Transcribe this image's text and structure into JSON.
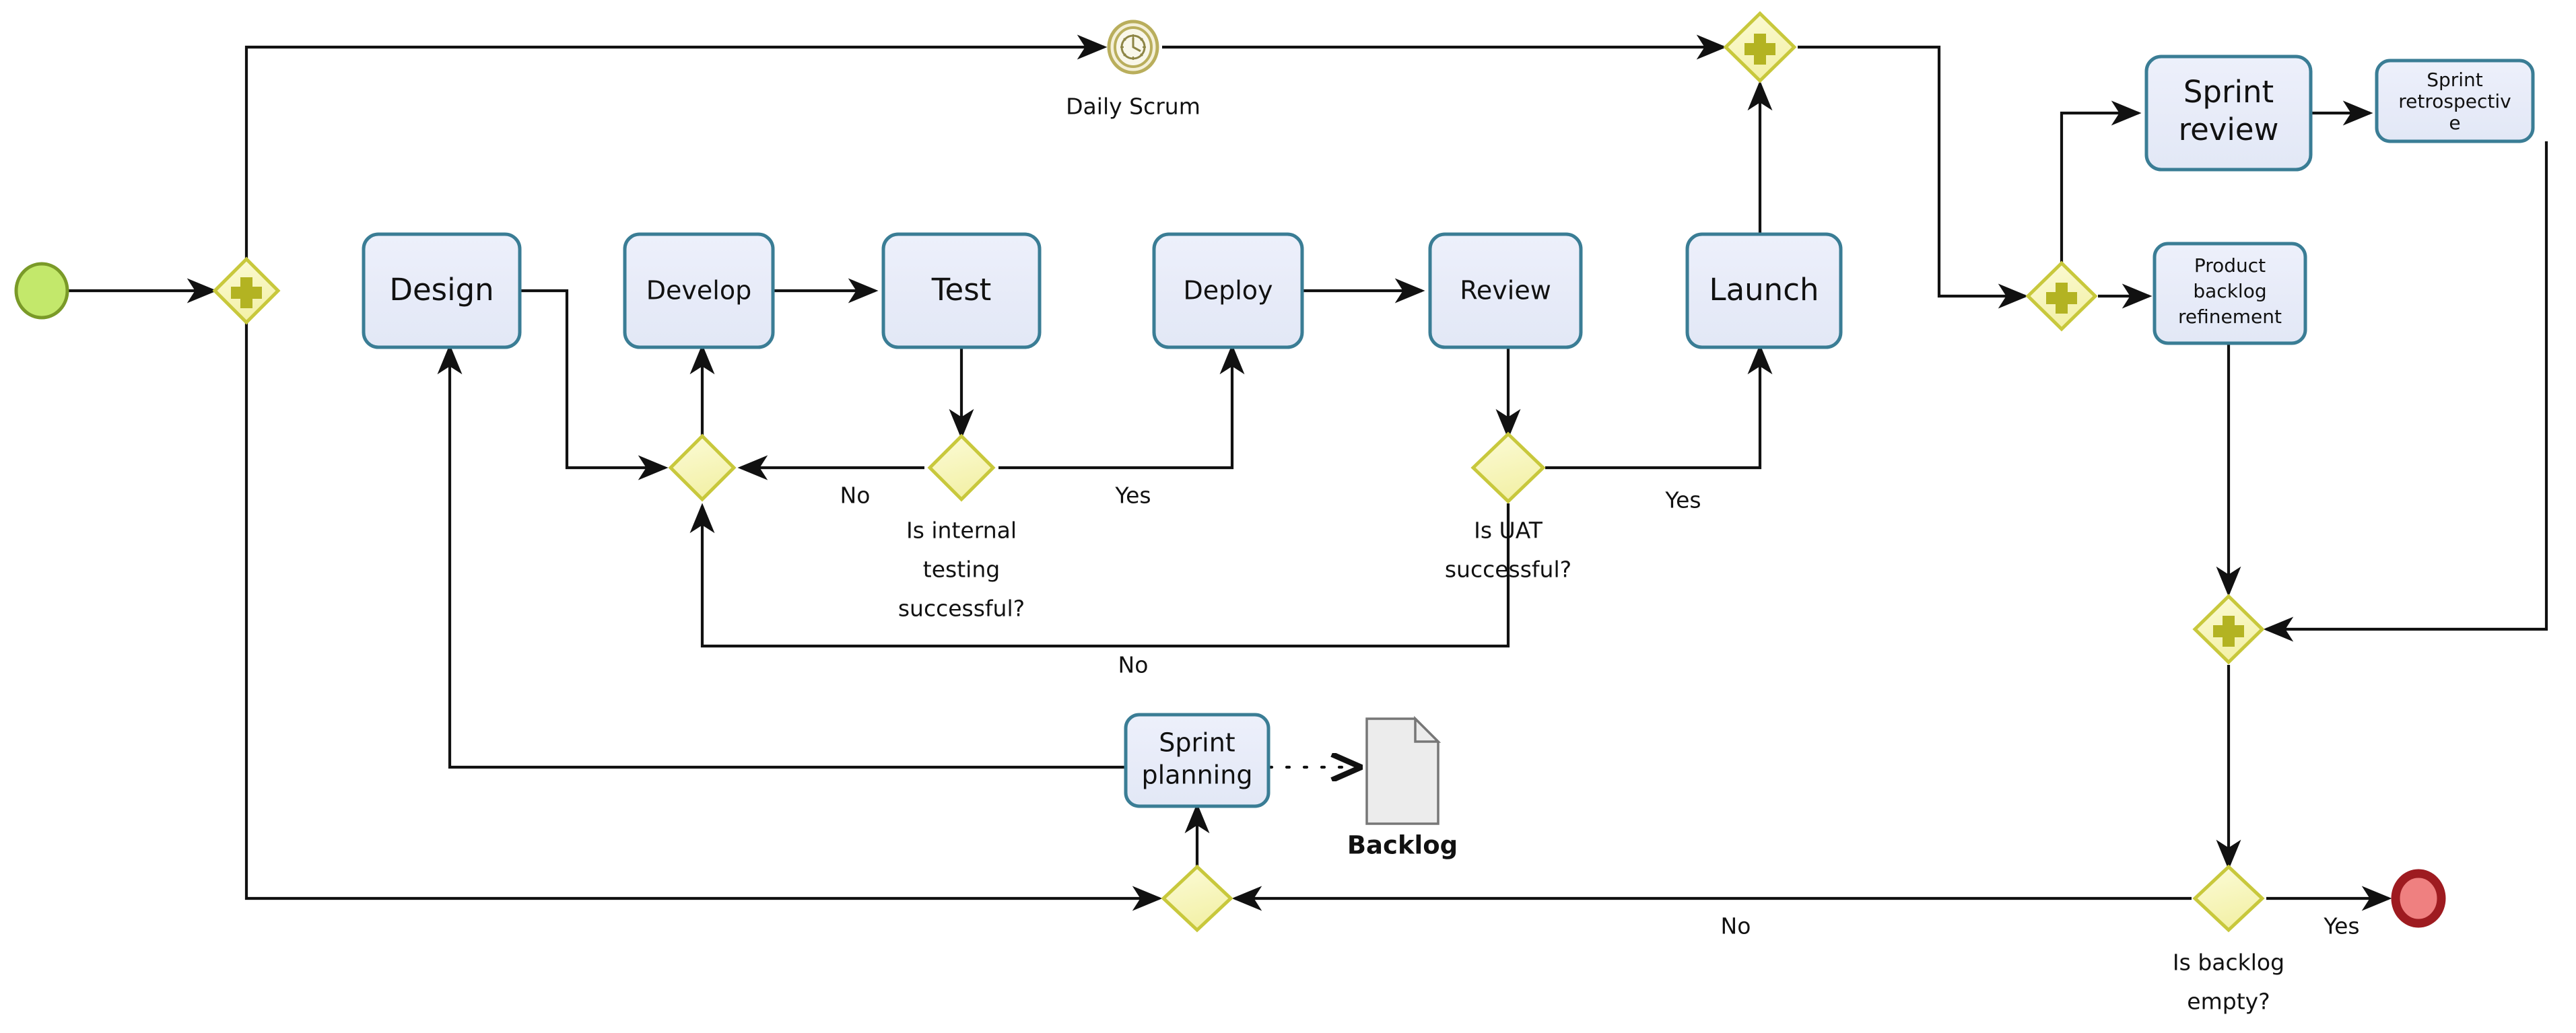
{
  "diagram": {
    "title": "Scrum / Agile delivery BPMN process",
    "type": "bpmn-process-diagram",
    "colors": {
      "task_fill": "#e8ecf8",
      "task_stroke": "#3a7d95",
      "gateway_fill": "#f7f6bd",
      "gateway_stroke": "#c8c83c",
      "gateway_marker": "#b3b322",
      "start_event_fill": "#c3e86b",
      "start_event_stroke": "#7a9a28",
      "end_event_fill": "#ef8080",
      "end_event_stroke": "#9e1b20",
      "timer_event_stroke": "#b9ae5c",
      "data_object_fill": "#ececec",
      "flow_stroke": "#111111"
    }
  },
  "tasks": [
    {
      "id": "design",
      "label": "Design",
      "size": "lg"
    },
    {
      "id": "develop",
      "label": "Develop",
      "size": "md"
    },
    {
      "id": "test",
      "label": "Test",
      "size": "lg"
    },
    {
      "id": "deploy",
      "label": "Deploy",
      "size": "md"
    },
    {
      "id": "review",
      "label": "Review",
      "size": "md"
    },
    {
      "id": "launch",
      "label": "Launch",
      "size": "lg"
    },
    {
      "id": "sprint-review",
      "label_line1": "Sprint",
      "label_line2": "review",
      "size": "lg"
    },
    {
      "id": "sprint-retrospective",
      "label_line1": "Sprint",
      "label_line2": "retrospectiv",
      "label_line3": "e",
      "size": "sm"
    },
    {
      "id": "product-backlog-refinement",
      "label_line1": "Product",
      "label_line2": "backlog",
      "label_line3": "refinement",
      "size": "sm"
    },
    {
      "id": "sprint-planning",
      "label_line1": "Sprint",
      "label_line2": "planning",
      "size": "md"
    }
  ],
  "events": [
    {
      "id": "start",
      "kind": "start-event",
      "caption": ""
    },
    {
      "id": "timer",
      "kind": "timer-intermediate-event",
      "caption": "Daily Scrum"
    },
    {
      "id": "end",
      "kind": "end-event",
      "caption": ""
    }
  ],
  "data_objects": [
    {
      "id": "backlog",
      "caption": "Backlog"
    }
  ],
  "gateways": [
    {
      "id": "gw-start-split",
      "kind": "parallel",
      "caption": ""
    },
    {
      "id": "gw-top-join",
      "kind": "parallel",
      "caption": ""
    },
    {
      "id": "gw-develop-merge",
      "kind": "exclusive",
      "caption": ""
    },
    {
      "id": "gw-internal-testing",
      "kind": "exclusive",
      "caption_line1": "Is internal",
      "caption_line2": "testing",
      "caption_line3": "successful?"
    },
    {
      "id": "gw-uat",
      "kind": "exclusive",
      "caption_line1": "Is UAT",
      "caption_line2": "successful?"
    },
    {
      "id": "gw-sprint-split",
      "kind": "parallel",
      "caption": ""
    },
    {
      "id": "gw-sprint-join",
      "kind": "parallel",
      "caption": ""
    },
    {
      "id": "gw-backlog-empty",
      "kind": "exclusive",
      "caption_line1": "Is backlog",
      "caption_line2": "empty?"
    },
    {
      "id": "gw-planning-merge",
      "kind": "exclusive",
      "caption": ""
    }
  ],
  "edge_labels": {
    "internal_testing_no": "No",
    "internal_testing_yes": "Yes",
    "uat_yes": "Yes",
    "uat_no": "No",
    "backlog_empty_yes": "Yes",
    "backlog_empty_no": "No"
  }
}
